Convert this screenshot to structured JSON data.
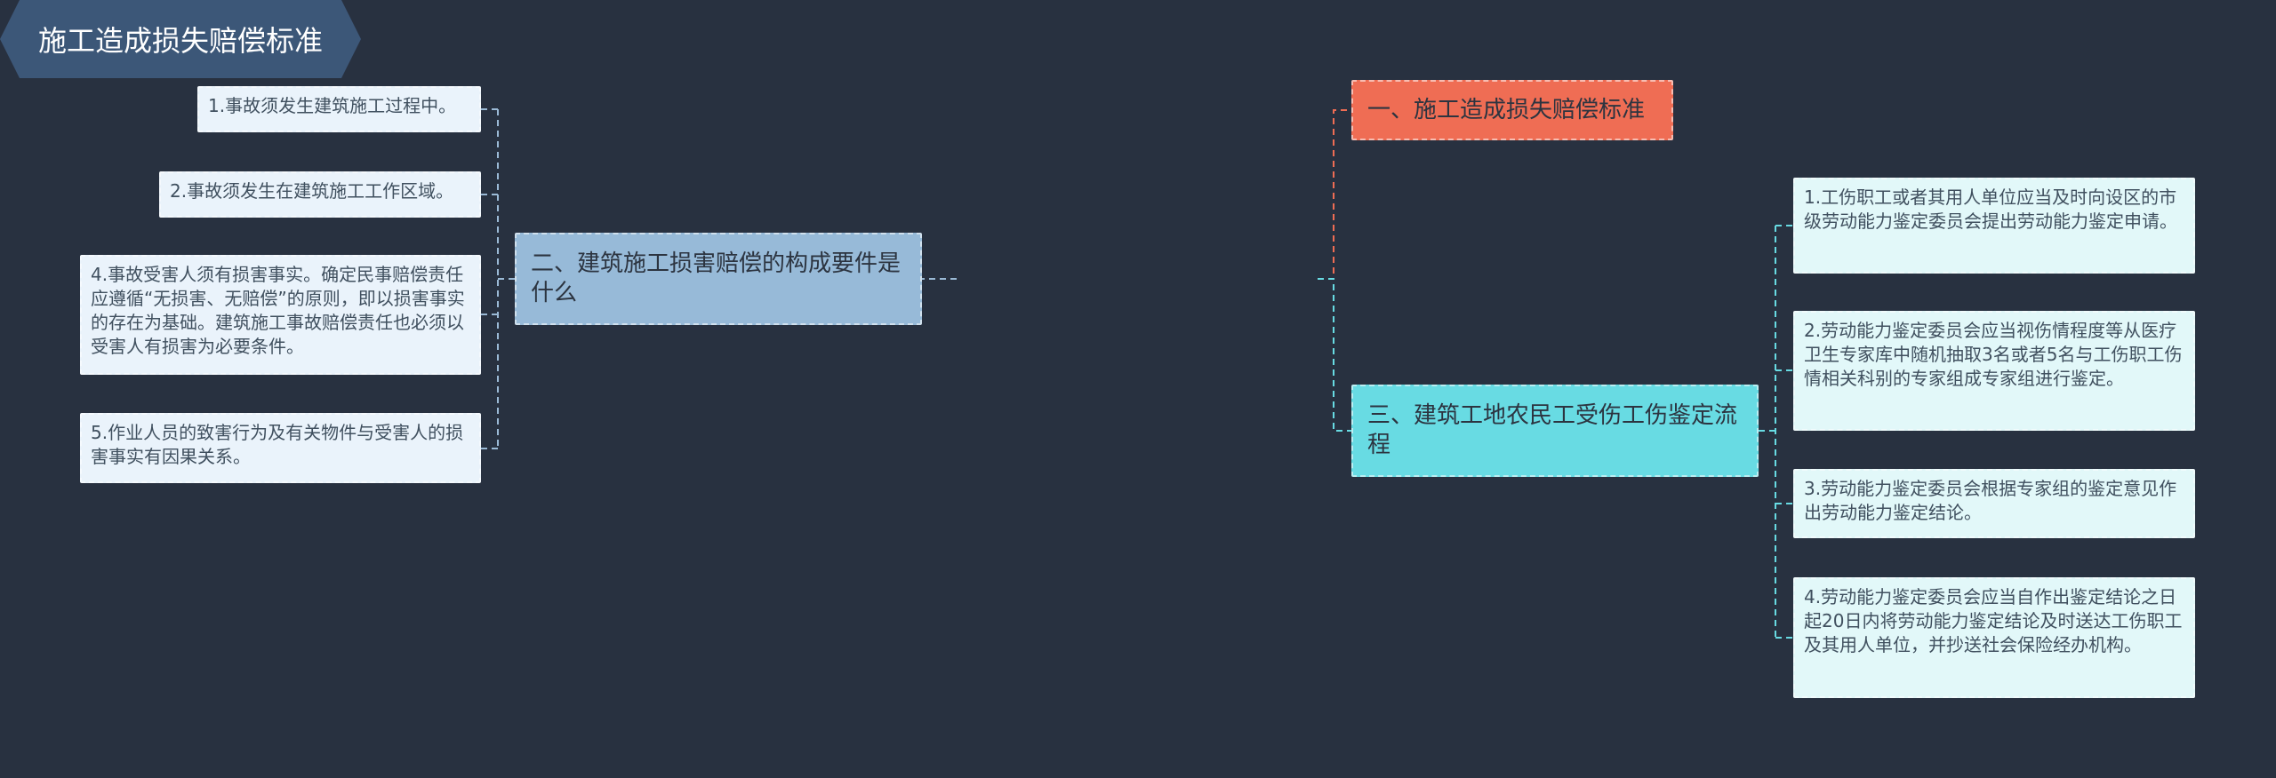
{
  "root": {
    "label": "施工造成损失赔偿标准"
  },
  "branches": [
    {
      "label": "一、施工造成损失赔偿标准",
      "color": "#ef6d54"
    },
    {
      "label": "二、建筑施工损害赔偿的构成要件是什么",
      "color": "#97bad8",
      "children": [
        "1.事故须发生建筑施工过程中。",
        "2.事故须发生在建筑施工工作区域。",
        "4.事故受害人须有损害事实。确定民事赔偿责任应遵循“无损害、无赔偿”的原则，即以损害事实的存在为基础。建筑施工事故赔偿责任也必须以受害人有损害为必要条件。",
        "5.作业人员的致害行为及有关物件与受害人的损害事实有因果关系。"
      ]
    },
    {
      "label": "三、建筑工地农民工受伤工伤鉴定流程",
      "color": "#68dbe3",
      "children": [
        "1.工伤职工或者其用人单位应当及时向设区的市级劳动能力鉴定委员会提出劳动能力鉴定申请。",
        "2.劳动能力鉴定委员会应当视伤情程度等从医疗卫生专家库中随机抽取3名或者5名与工伤职工伤情相关科别的专家组成专家组进行鉴定。",
        "3.劳动能力鉴定委员会根据专家组的鉴定意见作出劳动能力鉴定结论。",
        "4.劳动能力鉴定委员会应当自作出鉴定结论之日起20日内将劳动能力鉴定结论及时送达工伤职工及其用人单位，并抄送社会保险经办机构。"
      ]
    }
  ],
  "colors": {
    "background": "#283140",
    "root": "#3c5778",
    "leaf_left": "#eaf3fb",
    "leaf_right": "#e2f8f9"
  }
}
